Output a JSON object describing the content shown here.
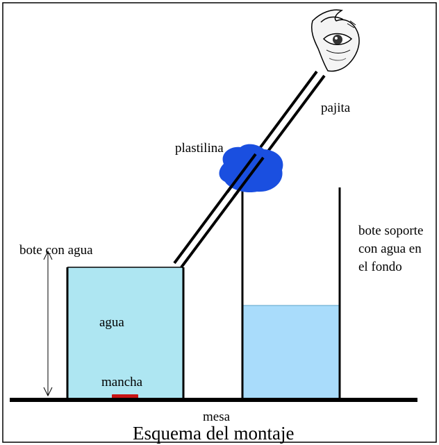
{
  "diagram": {
    "labels": {
      "pajita": "pajita",
      "plastilina": "plastilina",
      "bote_con_agua": "bote con agua",
      "agua": "agua",
      "mancha": "mancha",
      "bote_soporte": [
        "bote soporte",
        "con agua en",
        "el fondo"
      ],
      "mesa": "mesa"
    },
    "caption": "Esquema del montaje",
    "colors": {
      "water_left": "#aee6f2",
      "water_right": "#a9dcfb",
      "clay": "#1a4fe0",
      "stain": "#c81414",
      "line": "#000000",
      "background": "#ffffff"
    },
    "icons": {
      "eye": "eye-illustration"
    }
  }
}
